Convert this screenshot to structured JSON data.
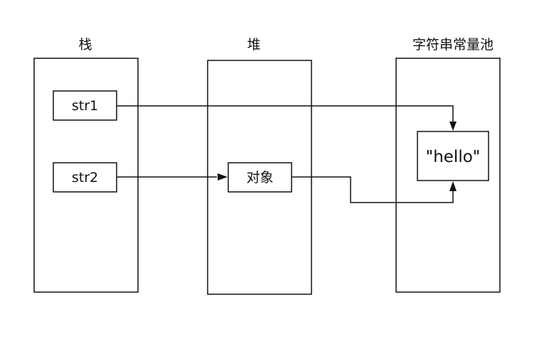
{
  "regions": {
    "stack": {
      "label": "栈"
    },
    "heap": {
      "label": "堆"
    },
    "pool": {
      "label": "字符串常量池"
    }
  },
  "nodes": {
    "str1": {
      "label": "str1"
    },
    "str2": {
      "label": "str2"
    },
    "object": {
      "label": "对象"
    },
    "hello": {
      "label": "\"hello\""
    }
  },
  "edges": [
    {
      "from": "str1",
      "to": "hello"
    },
    {
      "from": "str2",
      "to": "object"
    },
    {
      "from": "object",
      "to": "hello"
    }
  ]
}
